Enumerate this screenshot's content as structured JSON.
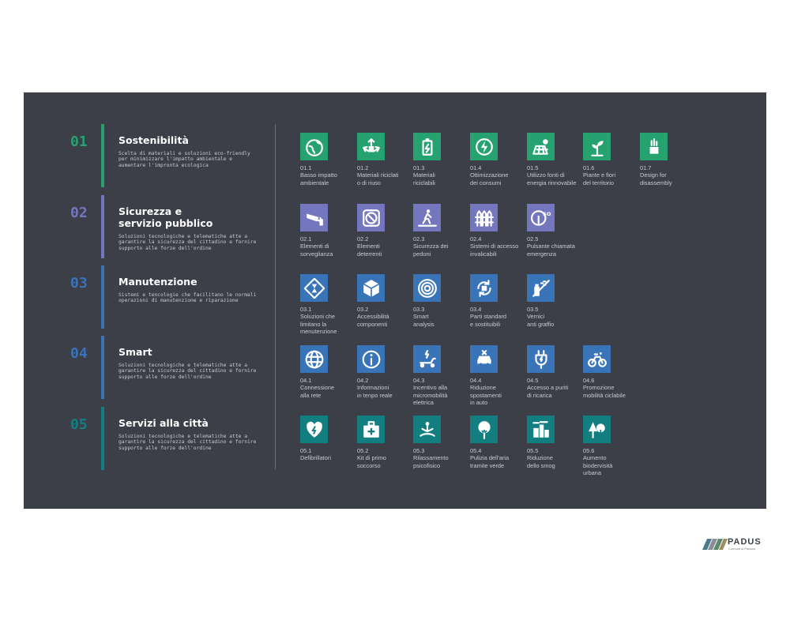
{
  "colors": {
    "panel": "#3c3e48",
    "green": "#26a270",
    "purple": "#7476be",
    "blue": "#3a74b8",
    "teal": "#137e80"
  },
  "sections": [
    {
      "num": "01",
      "title": "Sostenibilità",
      "color": "#26a270",
      "desc": "Scelta di materiali e soluzioni eco-friendly\nper minimizzare l'impatto ambientale e\naumentare l'impronta ecologica",
      "items": [
        {
          "code": "01.1",
          "label": "Basso impatto\nambientale",
          "icon": "globe-leaf-icon"
        },
        {
          "code": "01.2",
          "label": "Materiali riciclati\no di riuso",
          "icon": "recycle-icon"
        },
        {
          "code": "01.3",
          "label": "Materiali\nriciclabili",
          "icon": "recyclable-battery-icon"
        },
        {
          "code": "01.4",
          "label": "Ottimizzazione\ndei consumi",
          "icon": "energy-bolt-icon"
        },
        {
          "code": "01.5",
          "label": "Utilizzo fonti di\nenergia rinnovabile",
          "icon": "solar-panel-icon"
        },
        {
          "code": "01.6",
          "label": "Piante e fiori\ndel territorio",
          "icon": "sprout-icon"
        },
        {
          "code": "01.7",
          "label": "Design for\ndisassembly",
          "icon": "disassembly-icon"
        }
      ]
    },
    {
      "num": "02",
      "title": "Sicurezza e\nservizio pubblico",
      "color": "#7476be",
      "desc": "Soluzioni tecnologiche e telematiche atte a\ngarantire la sicurezza del cittadino e fornire\nsupporto alle forze dell'ordine",
      "items": [
        {
          "code": "02.1",
          "label": "Elementi di\nsorveglianza",
          "icon": "cctv-camera-icon"
        },
        {
          "code": "02.2",
          "label": "Elementi\ndeterrenti",
          "icon": "prohibited-icon"
        },
        {
          "code": "02.3",
          "label": "Sicurezza dei\npedoni",
          "icon": "pedestrian-icon"
        },
        {
          "code": "02.4",
          "label": "Sistemi di accesso\ninvalicabili",
          "icon": "fence-icon"
        },
        {
          "code": "02.5",
          "label": "Pulsante chiamata\nemergenza",
          "icon": "sos-button-icon"
        }
      ]
    },
    {
      "num": "03",
      "title": "Manutenzione",
      "color": "#3a74b8",
      "desc": "Sistemi e tencologie che facilitano le normali\noperazioni di manutenzione e riparazione",
      "items": [
        {
          "code": "03.1",
          "label": "Soluzioni che\nlimitano la\nmenutenzione",
          "icon": "hourglass-icon"
        },
        {
          "code": "03.2",
          "label": "Accessibilità\ncomponenti",
          "icon": "box-icon"
        },
        {
          "code": "03.3",
          "label": "Smart\nanalysis",
          "icon": "target-analysis-icon"
        },
        {
          "code": "03.4",
          "label": "Parti standard\ne sostituibili",
          "icon": "replace-parts-icon"
        },
        {
          "code": "03.5",
          "label": "Vernici\nanti graffio",
          "icon": "spray-paint-icon"
        }
      ]
    },
    {
      "num": "04",
      "title": "Smart",
      "color": "#3a74b8",
      "desc": "Soluzioni tecnologiche e telematiche atte a\ngarantire la sicurezza del cittadino e fornire\nsupporto alle forze dell'ordine",
      "items": [
        {
          "code": "04.1",
          "label": "Connessione\nalla rete",
          "icon": "globe-network-icon"
        },
        {
          "code": "04.2",
          "label": "Informazioni\nin tenpo reale",
          "icon": "info-icon"
        },
        {
          "code": "04.3",
          "label": "Incentivo alla\nmicromobilità\nelettrica",
          "icon": "e-scooter-icon"
        },
        {
          "code": "04.4",
          "label": "Riduzione\nspostamenti\nin auto",
          "icon": "car-icon"
        },
        {
          "code": "04.5",
          "label": "Accesso a puriti\ndi ricarica",
          "icon": "charging-plug-icon"
        },
        {
          "code": "04.6",
          "label": "Promozione\nmobilità ciclabile",
          "icon": "bicycle-icon"
        }
      ]
    },
    {
      "num": "05",
      "title": "Servizi alla città",
      "color": "#137e80",
      "desc": "Soluzioni tecnologiche e telematiche atte a\ngarantire la sicurezza del cittadino e fornire\nsupporto alle forze dell'ordine",
      "items": [
        {
          "code": "05.1",
          "label": "Defibrillatori",
          "icon": "defibrillator-heart-icon"
        },
        {
          "code": "05.2",
          "label": "Kit di primo\nsoccorso",
          "icon": "first-aid-kit-icon"
        },
        {
          "code": "05.3",
          "label": "Rilassamento\npsicofisico",
          "icon": "meditation-icon"
        },
        {
          "code": "05.4",
          "label": "Pulizia dell'aria\ntramite verde",
          "icon": "tree-icon"
        },
        {
          "code": "05.5",
          "label": "Riduzione\ndello smog",
          "icon": "city-smog-icon"
        },
        {
          "code": "05.6",
          "label": "Aumento\nbiodervisità\nurbana",
          "icon": "forest-icon"
        }
      ]
    }
  ],
  "logo": {
    "name": "PADUS",
    "subtitle": "Comune di Padova"
  }
}
